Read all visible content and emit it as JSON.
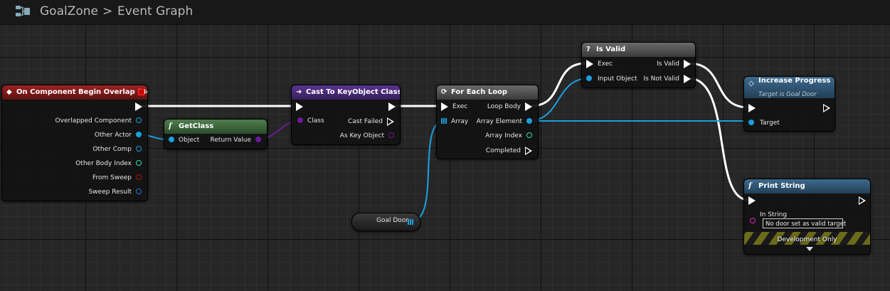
{
  "breadcrumb": {
    "blueprint": "GoalZone",
    "separator": ">",
    "graph": "Event Graph"
  },
  "colors": {
    "event": "#8a1c1c",
    "function": "#3d6b3c",
    "cast": "#4a2a73",
    "macro": "#5a5a5a",
    "call": "#2d4f6b",
    "object_pin": "#1aa0e0",
    "class_pin": "#6a1b9a",
    "string_pin": "#e020c0",
    "bool_pin": "#b01010",
    "struct_pin": "#1f7bd1",
    "int_pin": "#2ee0b0"
  },
  "nodes": {
    "overlap": {
      "title": "On Component Begin Overlap (Box)",
      "pins": [
        "Overlapped Component",
        "Other Actor",
        "Other Comp",
        "Other Body Index",
        "From Sweep",
        "Sweep Result"
      ]
    },
    "getclass": {
      "title": "GetClass",
      "in": "Object",
      "out": "Return Value"
    },
    "cast": {
      "title": "Cast To KeyObject Class",
      "in": "Class",
      "failed": "Cast Failed",
      "out": "As Key Object"
    },
    "foreach": {
      "title": "For Each Loop",
      "exec": "Exec",
      "array": "Array",
      "body": "Loop Body",
      "element": "Array Element",
      "index": "Array Index",
      "completed": "Completed"
    },
    "isvalid": {
      "title": "Is Valid",
      "exec": "Exec",
      "input": "Input Object",
      "valid": "Is Valid",
      "notvalid": "Is Not Valid"
    },
    "increase": {
      "title": "Increase Progress",
      "subtitle": "Target is Goal Door",
      "target": "Target"
    },
    "print": {
      "title": "Print String",
      "in_string": "In String",
      "value": "No door set as valid target",
      "dev": "Development Only"
    }
  },
  "variable": {
    "name": "Goal Door"
  }
}
